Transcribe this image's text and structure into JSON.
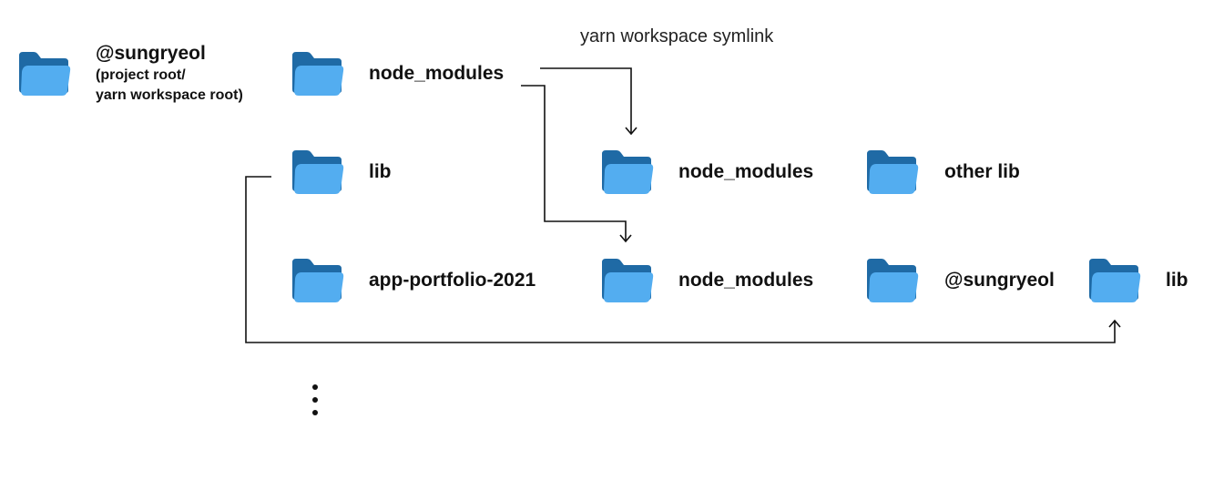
{
  "colors": {
    "folder_back": "#1f6aa5",
    "folder_front": "#53adf0",
    "line": "#111111"
  },
  "icons": {
    "folder": "folder-icon",
    "more": "vertical-ellipsis-icon"
  },
  "annotation": "yarn workspace symlink",
  "root": {
    "title": "@sungryeol",
    "subtitle_line1": "(project root/",
    "subtitle_line2": "yarn workspace root)"
  },
  "nodes": {
    "root_node_modules": "node_modules",
    "lib": "lib",
    "app": "app-portfolio-2021",
    "lib_node_modules": "node_modules",
    "other_lib": "other lib",
    "app_node_modules": "node_modules",
    "app_scope": "@sungryeol",
    "app_scope_lib": "lib"
  }
}
